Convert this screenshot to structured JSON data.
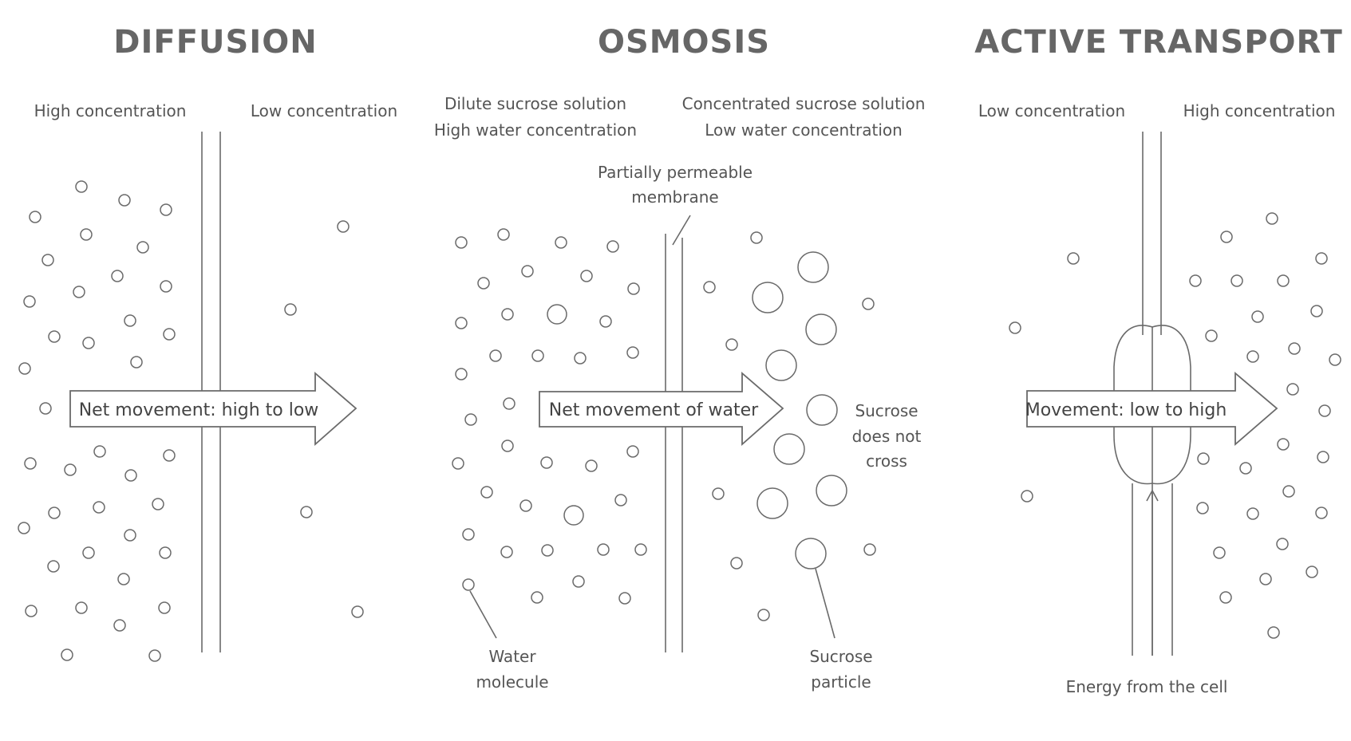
{
  "diffusion": {
    "title": "DIFFUSION",
    "left_label": "High concentration",
    "right_label": "Low concentration",
    "arrow_label": "Net movement: high to low"
  },
  "osmosis": {
    "title": "OSMOSIS",
    "left_label_line1": "Dilute sucrose solution",
    "left_label_line2": "High water concentration",
    "right_label_line1": "Concentrated sucrose solution",
    "right_label_line2": "Low water concentration",
    "membrane_label_line1": "Partially permeable",
    "membrane_label_line2": "membrane",
    "arrow_label": "Net movement of water",
    "sucrose_note_line1": "Sucrose",
    "sucrose_note_line2": "does not",
    "sucrose_note_line3": "cross",
    "water_label_line1": "Water",
    "water_label_line2": "molecule",
    "sucrose_label_line1": "Sucrose",
    "sucrose_label_line2": "particle"
  },
  "active_transport": {
    "title": "ACTIVE TRANSPORT",
    "left_label": "Low concentration",
    "right_label": "High concentration",
    "arrow_label": "Movement: low to high",
    "energy_label": "Energy from the cell"
  }
}
